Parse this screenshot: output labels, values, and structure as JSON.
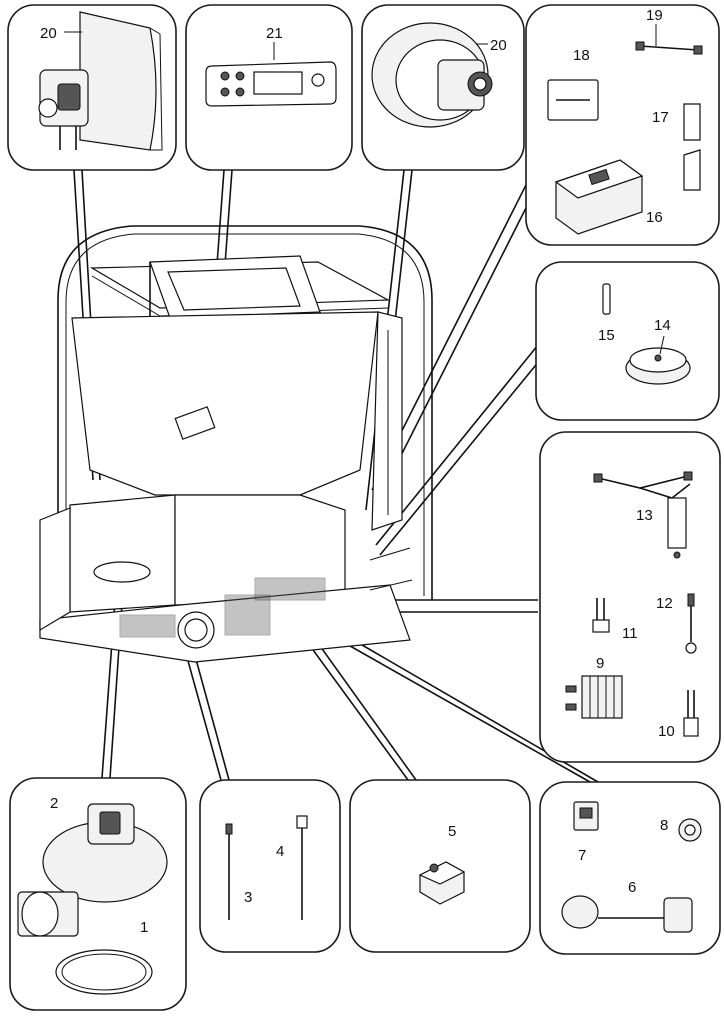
{
  "diagram": {
    "labels": {
      "p1": "1",
      "p2": "2",
      "p3": "3",
      "p4": "4",
      "p5": "5",
      "p6": "6",
      "p7": "7",
      "p8": "8",
      "p9": "9",
      "p10": "10",
      "p11": "11",
      "p12": "12",
      "p13": "13",
      "p14": "14",
      "p15": "15",
      "p16": "16",
      "p17": "17",
      "p18": "18",
      "p19": "19",
      "p20a": "20",
      "p20b": "20",
      "p21": "21"
    }
  }
}
